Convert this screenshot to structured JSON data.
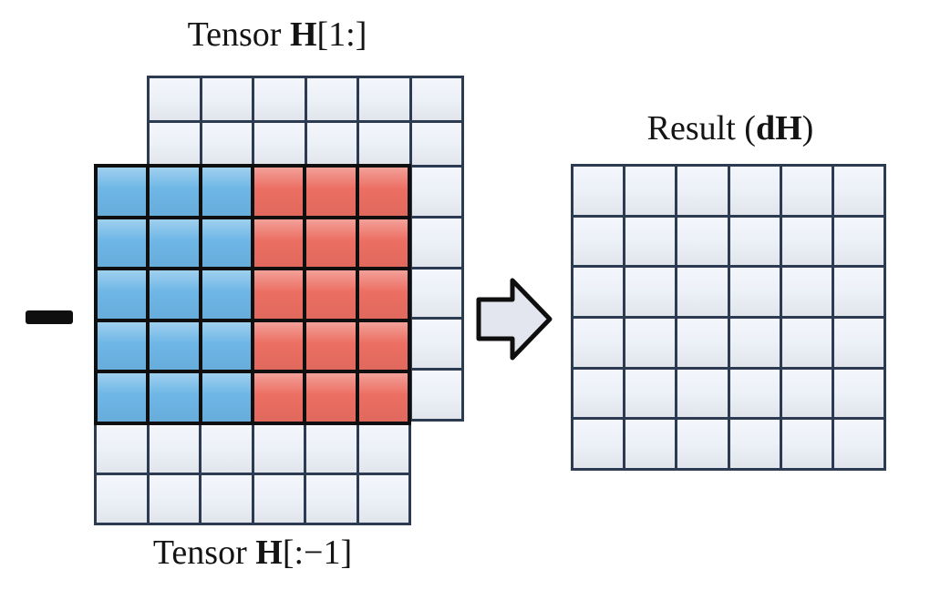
{
  "labels": {
    "tensor_top": {
      "prefix": "Tensor ",
      "bold": "H",
      "suffix": "[1:]"
    },
    "tensor_bottom": {
      "prefix": "Tensor ",
      "bold": "H",
      "suffix": "[:−1]"
    },
    "result": {
      "prefix": "Result (",
      "bold": "dH",
      "suffix": ")"
    }
  },
  "icons": {
    "minus_operator": "−",
    "flow_arrow": "⇨"
  },
  "grids": {
    "tensor_h_upper": {
      "cols": 6,
      "rows": [
        "LLLLLL",
        "LLLLLL",
        "LLLLLL",
        "LLLLLL",
        "LLLLLL",
        "LLLLLL",
        "LLLLLL"
      ]
    },
    "overlap_highlight": {
      "cols": 6,
      "rows": [
        "BBBRRR",
        "BBBRRR",
        "BBBRRR",
        "BBBRRR",
        "BBBRRR"
      ]
    },
    "tensor_h_lower_visible": {
      "cols": 6,
      "rows": [
        "LLLLLL",
        "LLLLLL"
      ]
    },
    "result": {
      "cols": 6,
      "rows": [
        "LLLLLL",
        "LLLLLL",
        "LLLLLL",
        "LLLLLL",
        "LLLLLL",
        "LLLLLL"
      ]
    }
  },
  "palette": {
    "cells": {
      "L": "#edf1f8",
      "B": "#6db6e6",
      "R": "#ec6e62"
    },
    "cell_legend": {
      "L": "empty",
      "B": "blue-overlap",
      "R": "red-overlap"
    },
    "grid_line": "#2c3a52",
    "highlight_border": "#0f0f0f",
    "arrow_fill": "#e3e6ee",
    "arrow_outline": "#0f0f0f",
    "minus": "#0f0f0f",
    "text": "#141414",
    "background": "#ffffff"
  }
}
